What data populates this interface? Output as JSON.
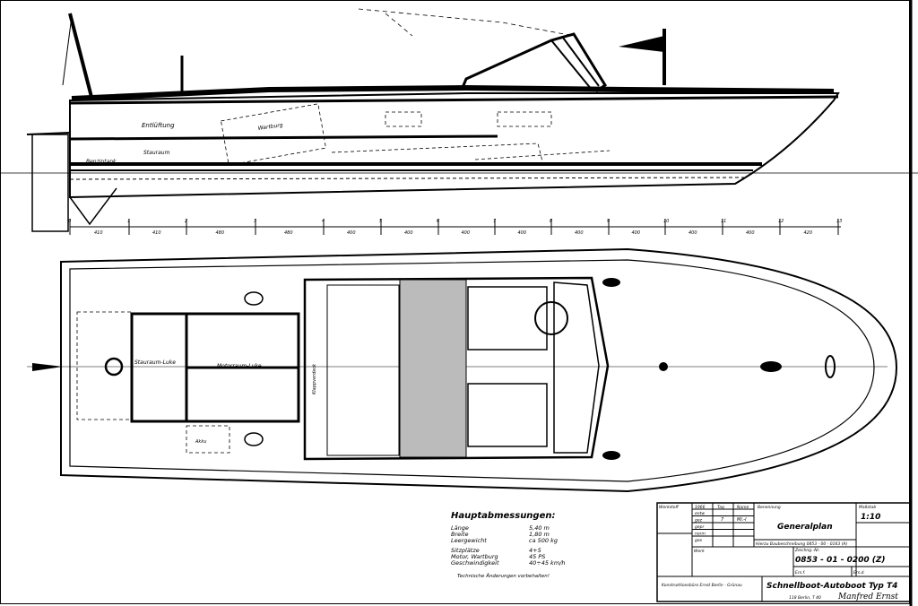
{
  "side_view": {
    "labels": {
      "vent": "Entlüftung",
      "storage": "Stauraum",
      "engine": "Wartburg",
      "tank": "Benzintank"
    }
  },
  "station_scale": {
    "stations": [
      "0",
      "1",
      "2",
      "3",
      "4",
      "5",
      "6",
      "7",
      "8",
      "9",
      "10",
      "11",
      "12",
      "13"
    ],
    "spacings": [
      "410",
      "410",
      "480",
      "480",
      "400",
      "400",
      "400",
      "400",
      "400",
      "400",
      "400",
      "400",
      "420"
    ]
  },
  "plan_view": {
    "labels": {
      "storage_hatch": "Stauraum-Luke",
      "engine_hatch": "Motorraum-Luke",
      "folding_top": "Klappverdeck",
      "battery": "Akku"
    }
  },
  "main_dimensions": {
    "title": "Hauptabmessungen:",
    "rows": [
      {
        "label": "Länge",
        "value": "5,40  m"
      },
      {
        "label": "Breite",
        "value": "1,80  m"
      },
      {
        "label": "Leergewicht",
        "value": "ca  500  kg"
      },
      {
        "label": "Sitzplätze",
        "value": "4+5"
      },
      {
        "label": "Motor, Wartburg",
        "value": "45 PS"
      },
      {
        "label": "Geschwindigkeit",
        "value": "40÷45 km/h"
      }
    ],
    "note": "Technische Änderungen vorbehalten!"
  },
  "title_block": {
    "material_label": "Werkstoff",
    "year": "1966",
    "day_label": "Tag",
    "name_label": "Name",
    "row_labels": [
      "entw",
      "gez",
      "gepr",
      "norm",
      "ges"
    ],
    "drawn_day": "7",
    "drawn_name": "Ml.-I",
    "designation_label": "Benennung",
    "designation": "Generalplan",
    "scale_label": "Maßstab",
    "scale": "1:10",
    "reference": "Hierzu  Baubeschreibung  0853 - 00 - 0163 (A)",
    "drawing_no_label": "Zeichng.-Nr.",
    "drawing_no": "0853 - 01 - 0200 (Z)",
    "plant_label": "Werk",
    "replaces_label": "Ers.f.",
    "replaced_by_label": "Ers.d.",
    "office": "Konstruktionsbüro  Ernst\nBerlin - Grünau",
    "boat_title": "Schnellboot-Autoboot   Typ T4",
    "address": "118 Berlin, T 40",
    "signature": "Manfred Ernst"
  }
}
